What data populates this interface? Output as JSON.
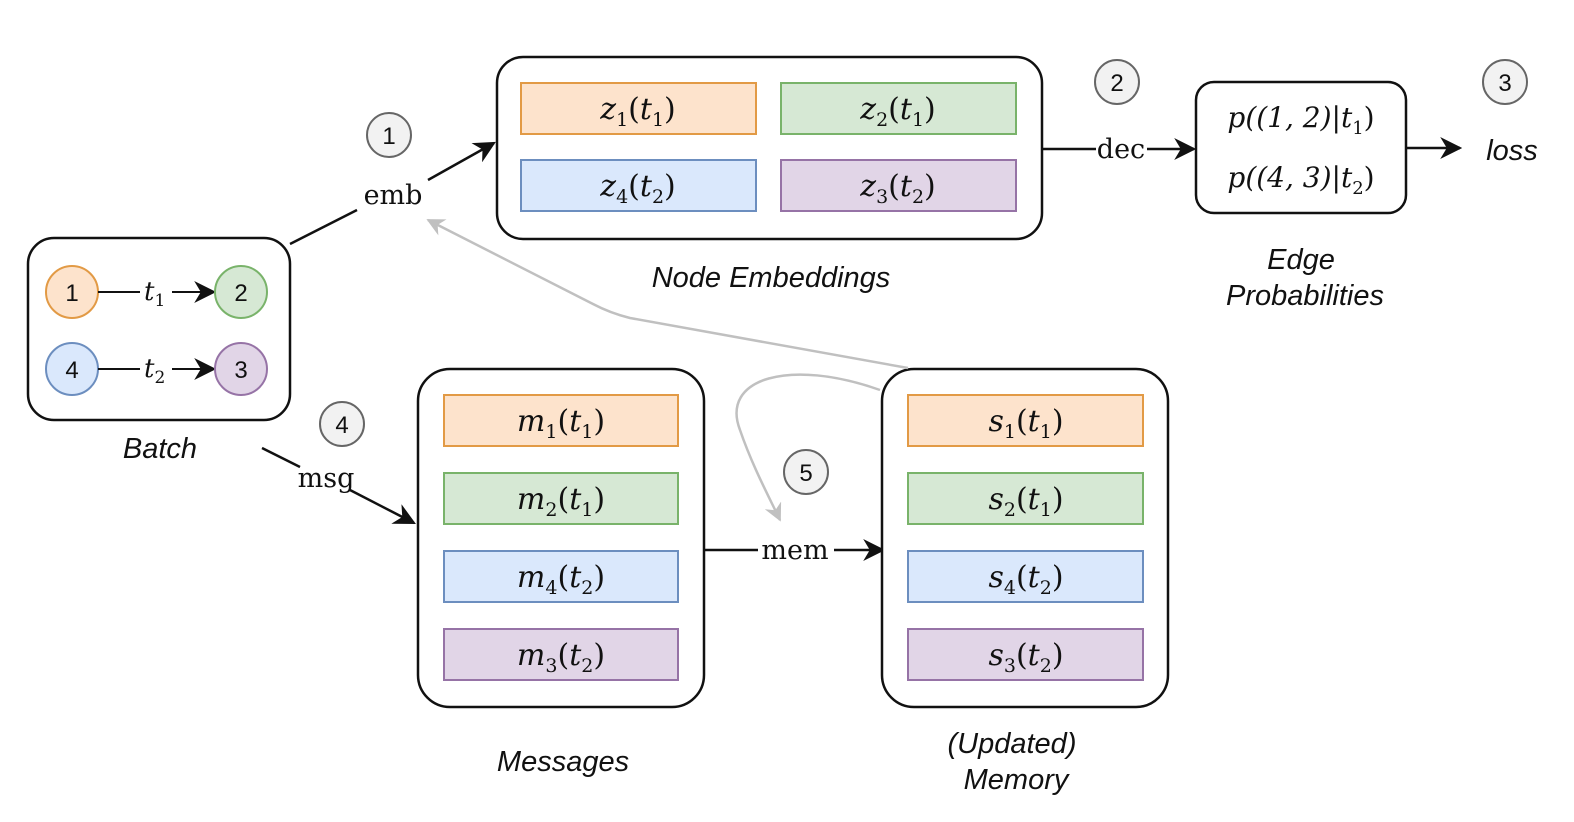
{
  "colors": {
    "orange_fill": "#fde3cc",
    "orange_stroke": "#e29a45",
    "green_fill": "#d6e8d4",
    "green_stroke": "#79b36a",
    "blue_fill": "#dae8fc",
    "blue_stroke": "#6c8ebf",
    "purple_fill": "#e1d5e7",
    "purple_stroke": "#9673a6",
    "step_fill": "#f2f2f2",
    "step_stroke": "#666666",
    "feedback_arrow": "#c0c0c0"
  },
  "steps": {
    "s1": "1",
    "s2": "2",
    "s3": "3",
    "s4": "4",
    "s5": "5"
  },
  "batch": {
    "caption": "Batch",
    "edge1": {
      "src": "1",
      "dst": "2",
      "t": "t",
      "sub": "1"
    },
    "edge2": {
      "src": "4",
      "dst": "3",
      "t": "t",
      "sub": "2"
    }
  },
  "labels": {
    "emb": "emb",
    "dec": "dec",
    "msg": "msg",
    "mem": "mem",
    "loss": "loss"
  },
  "embeddings": {
    "caption": "Node Embeddings",
    "items": [
      {
        "sym": "z",
        "sub": "1",
        "t": "t",
        "tsub": "1"
      },
      {
        "sym": "z",
        "sub": "2",
        "t": "t",
        "tsub": "1"
      },
      {
        "sym": "z",
        "sub": "4",
        "t": "t",
        "tsub": "2"
      },
      {
        "sym": "z",
        "sub": "3",
        "t": "t",
        "tsub": "2"
      }
    ]
  },
  "probabilities": {
    "caption_line1": "Edge",
    "caption_line2": "Probabilities",
    "items": [
      {
        "prefix": "p((1, 2)|",
        "t": "t",
        "tsub": "1",
        "suffix": ")"
      },
      {
        "prefix": "p((4, 3)|",
        "t": "t",
        "tsub": "2",
        "suffix": ")"
      }
    ]
  },
  "messages": {
    "caption": "Messages",
    "items": [
      {
        "sym": "m",
        "sub": "1",
        "t": "t",
        "tsub": "1"
      },
      {
        "sym": "m",
        "sub": "2",
        "t": "t",
        "tsub": "1"
      },
      {
        "sym": "m",
        "sub": "4",
        "t": "t",
        "tsub": "2"
      },
      {
        "sym": "m",
        "sub": "3",
        "t": "t",
        "tsub": "2"
      }
    ]
  },
  "memory": {
    "caption_line1": "(Updated)",
    "caption_line2": "Memory",
    "items": [
      {
        "sym": "s",
        "sub": "1",
        "t": "t",
        "tsub": "1"
      },
      {
        "sym": "s",
        "sub": "2",
        "t": "t",
        "tsub": "1"
      },
      {
        "sym": "s",
        "sub": "4",
        "t": "t",
        "tsub": "2"
      },
      {
        "sym": "s",
        "sub": "3",
        "t": "t",
        "tsub": "2"
      }
    ]
  }
}
